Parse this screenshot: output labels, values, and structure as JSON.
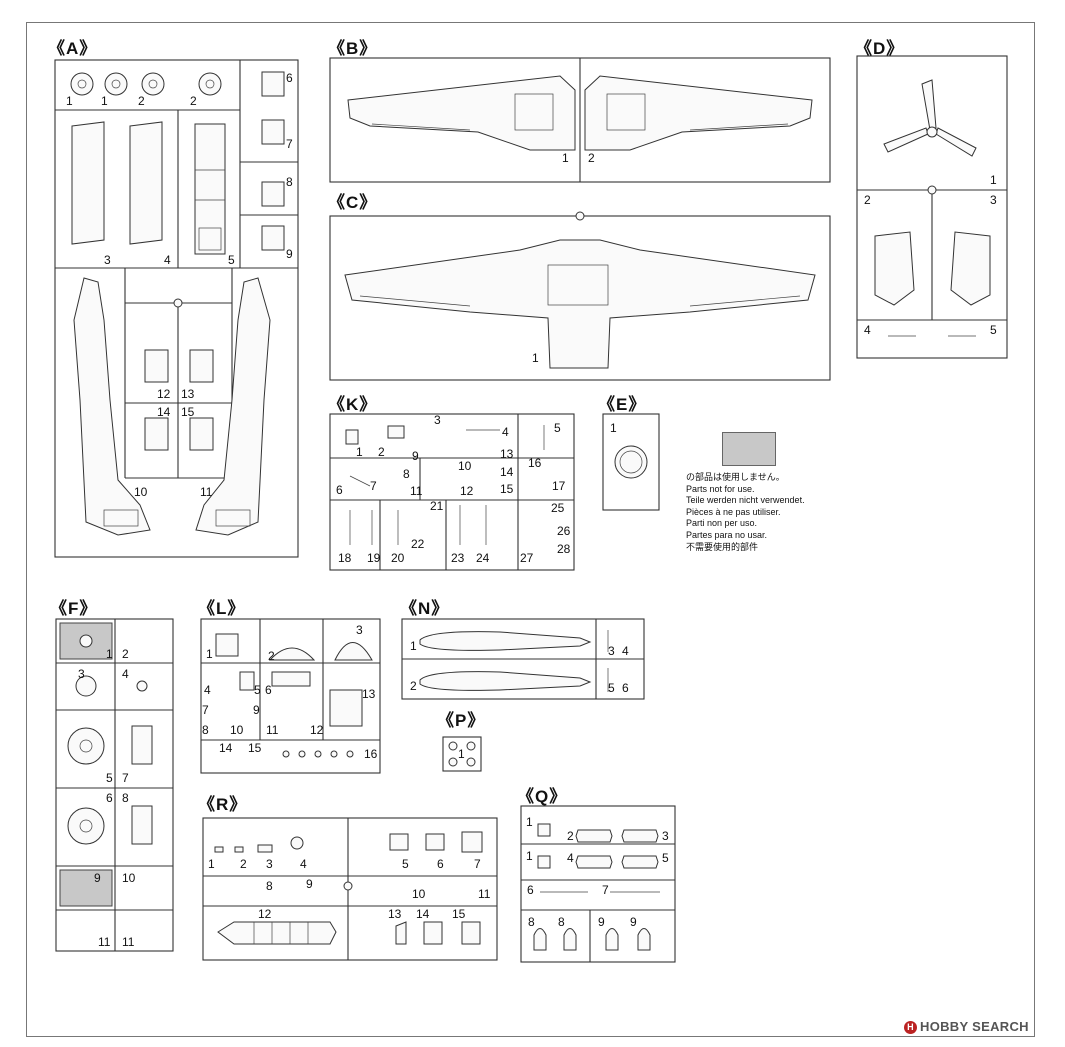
{
  "sprues": {
    "A": {
      "title": "《A》",
      "parts": [
        "1",
        "1",
        "2",
        "2",
        "6",
        "7",
        "8",
        "9",
        "3",
        "4",
        "5",
        "12",
        "13",
        "14",
        "15",
        "10",
        "11"
      ]
    },
    "B": {
      "title": "《B》",
      "parts": [
        "1",
        "2"
      ]
    },
    "C": {
      "title": "《C》",
      "parts": [
        "1"
      ]
    },
    "D": {
      "title": "《D》",
      "parts": [
        "1",
        "2",
        "3",
        "4",
        "5"
      ]
    },
    "E": {
      "title": "《E》",
      "parts": [
        "1"
      ]
    },
    "F": {
      "title": "《F》",
      "parts": [
        "1",
        "2",
        "3",
        "4",
        "5",
        "7",
        "6",
        "8",
        "9",
        "10",
        "11",
        "11"
      ]
    },
    "K": {
      "title": "《K》",
      "parts": [
        "3",
        "1",
        "2",
        "4",
        "5",
        "9",
        "10",
        "13",
        "14",
        "16",
        "6",
        "7",
        "8",
        "11",
        "12",
        "15",
        "17",
        "21",
        "25",
        "26",
        "28",
        "18",
        "19",
        "20",
        "22",
        "23",
        "24",
        "27"
      ]
    },
    "L": {
      "title": "《L》",
      "parts": [
        "1",
        "2",
        "3",
        "4",
        "5",
        "6",
        "7",
        "8",
        "9",
        "10",
        "11",
        "12",
        "13",
        "14",
        "15",
        "16"
      ]
    },
    "N": {
      "title": "《N》",
      "parts": [
        "1",
        "3",
        "4",
        "2",
        "5",
        "6"
      ]
    },
    "P": {
      "title": "《P》",
      "parts": [
        "1"
      ]
    },
    "Q": {
      "title": "《Q》",
      "parts": [
        "1",
        "2",
        "3",
        "1",
        "4",
        "5",
        "6",
        "7",
        "8",
        "8",
        "9",
        "9"
      ]
    },
    "R": {
      "title": "《R》",
      "parts": [
        "1",
        "2",
        "3",
        "4",
        "5",
        "6",
        "7",
        "8",
        "9",
        "10",
        "11",
        "12",
        "13",
        "14",
        "15"
      ]
    }
  },
  "legend": {
    "swatch_color": "#c8c8c8",
    "lines": [
      "の部品は使用しません。",
      "Parts not for use.",
      "Teile werden nicht verwendet.",
      "Pièces à ne pas utiliser.",
      "Parti non per uso.",
      "Partes para no usar.",
      "不需要使用的部件"
    ]
  },
  "watermark": {
    "logo_glyph": "H",
    "text": "HOBBY SEARCH"
  }
}
